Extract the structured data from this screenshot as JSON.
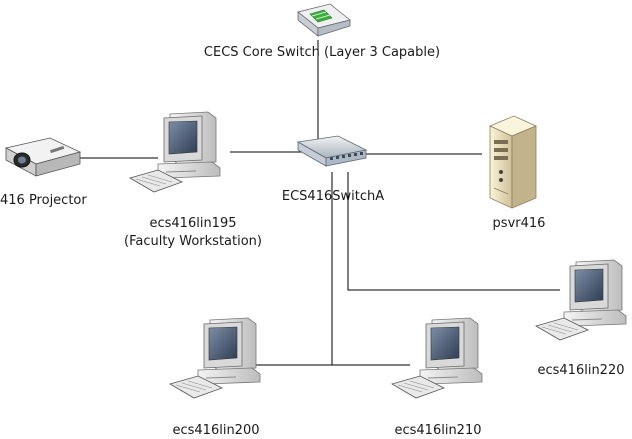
{
  "core_switch": {
    "label": "CECS Core Switch (Layer 3 Capable)",
    "icon": "network-switch-icon"
  },
  "switch_a": {
    "label": "ECS416SwitchA",
    "icon": "network-switch-icon"
  },
  "projector": {
    "label": "416 Projector",
    "icon": "projector-icon"
  },
  "workstation_195": {
    "label": "ecs416lin195",
    "sublabel": "(Faculty Workstation)",
    "icon": "desktop-computer-icon"
  },
  "server": {
    "label": "psvr416",
    "icon": "server-tower-icon"
  },
  "ws_200": {
    "label": "ecs416lin200",
    "icon": "desktop-computer-icon"
  },
  "ws_210": {
    "label": "ecs416lin210",
    "icon": "desktop-computer-icon"
  },
  "ws_220": {
    "label": "ecs416lin220",
    "icon": "desktop-computer-icon"
  },
  "colors": {
    "link": "#000000",
    "device_body": "#e4e4e4",
    "screen": "#4a5a70",
    "server_body": "#f0e6c8"
  }
}
